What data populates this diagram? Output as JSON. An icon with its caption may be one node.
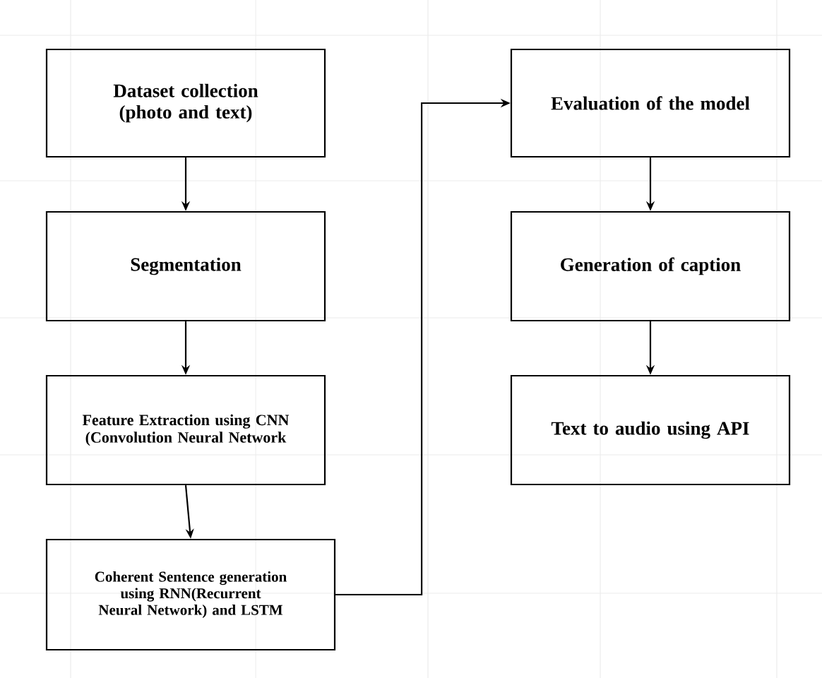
{
  "diagram": {
    "nodes": [
      {
        "text": [
          "Dataset collection (photo and text)"
        ]
      },
      {
        "text": [
          "Segmentation"
        ]
      },
      {
        "text": [
          "Feature Extraction using CNN (Convolution Neural Network"
        ]
      },
      {
        "text": [
          "Coherent Sentence generation using RNN(Recurrent Neural Network) and LSTM"
        ]
      },
      {
        "text": [
          "Evaluation of the model"
        ]
      },
      {
        "text": [
          "Generation of caption"
        ]
      },
      {
        "text": [
          "Text to audio using API"
        ]
      }
    ],
    "edges": [
      {
        "from": 0,
        "to": 1,
        "arrow": "to"
      },
      {
        "from": 1,
        "to": 2,
        "arrow": "to"
      },
      {
        "from": 2,
        "to": 3,
        "arrow": "to"
      },
      {
        "from": 3,
        "to": 4,
        "arrow": "to"
      },
      {
        "from": 4,
        "to": 5,
        "arrow": "to"
      },
      {
        "from": 5,
        "to": 6,
        "arrow": "to"
      }
    ]
  }
}
